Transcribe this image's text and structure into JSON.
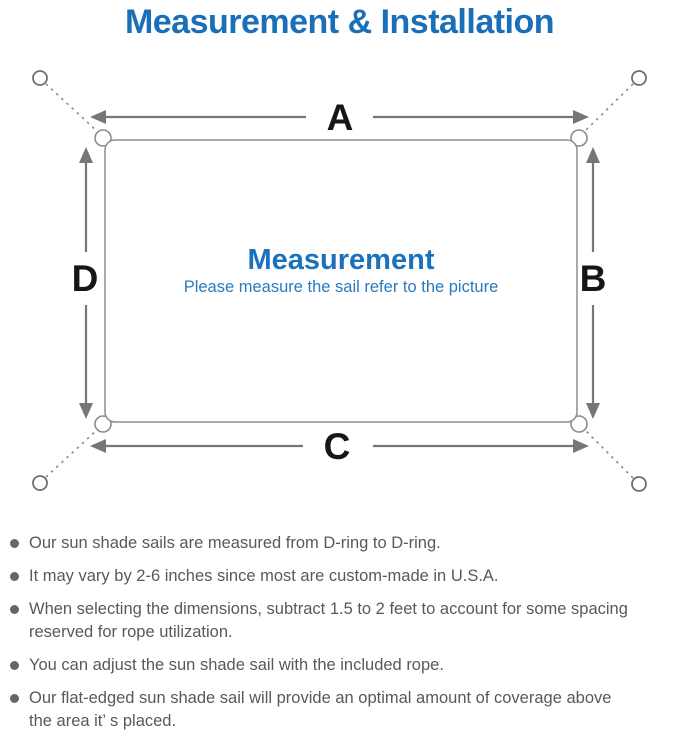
{
  "title": "Measurement & Installation",
  "diagram": {
    "labels": {
      "a": "A",
      "b": "B",
      "c": "C",
      "d": "D"
    },
    "center_title": "Measurement",
    "center_subtitle": "Please measure the sail refer to the picture"
  },
  "colors": {
    "title_blue": "#1b6fb8",
    "center_title_blue": "#1a72bd",
    "center_subtitle_blue": "#2a7ac0",
    "line_gray": "#767676",
    "outline_gray": "#8e8e8e",
    "label_black": "#161616",
    "bullet_text_gray": "#595959"
  },
  "bullets": [
    {
      "lines": [
        "Our sun shade sails are measured from D-ring to D-ring."
      ]
    },
    {
      "lines": [
        "It may vary by 2-6 inches since most are custom-made in U.S.A."
      ]
    },
    {
      "lines": [
        "When selecting the dimensions, subtract 1.5 to 2 feet to account for some spacing",
        "reserved for rope utilization."
      ]
    },
    {
      "lines": [
        "You can adjust the sun shade sail with the included rope."
      ]
    },
    {
      "lines": [
        "Our flat-edged sun shade sail will provide an optimal amount of coverage above",
        "the area it’ s placed."
      ]
    }
  ]
}
